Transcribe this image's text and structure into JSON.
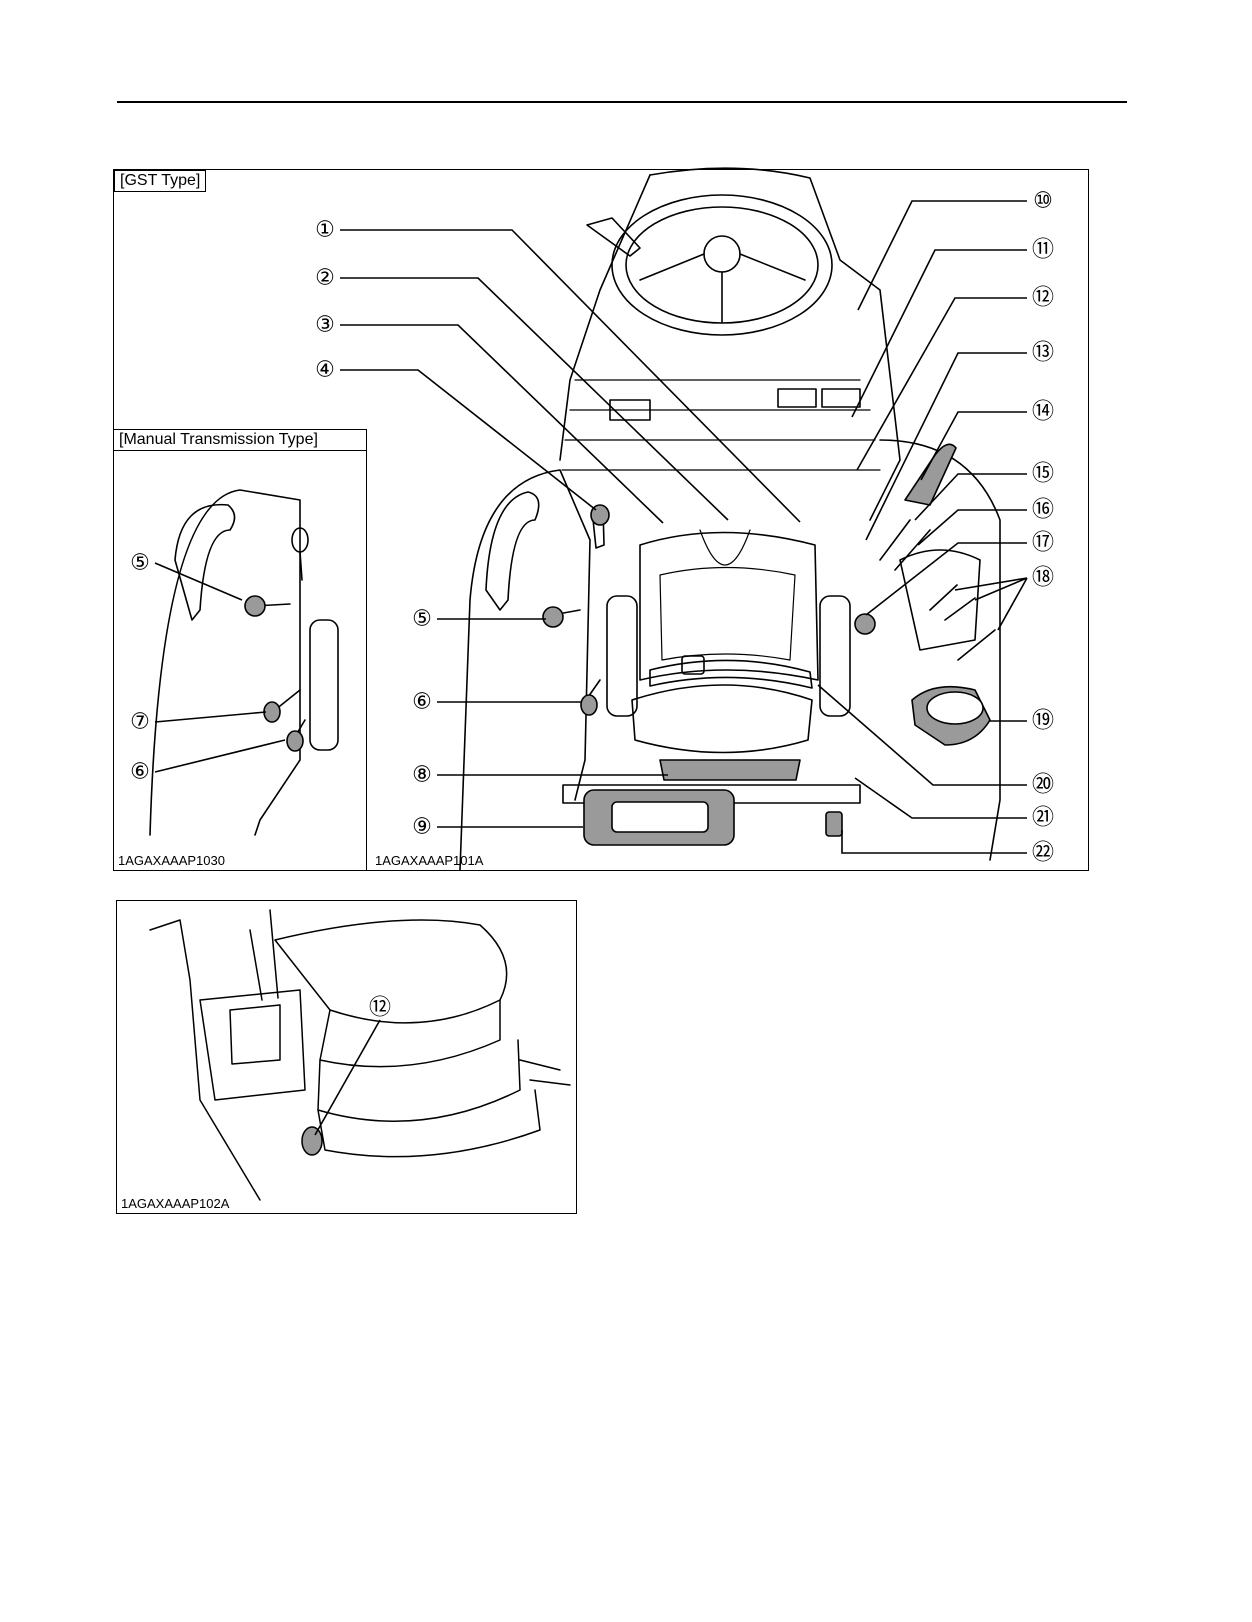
{
  "figure_main": {
    "gst_label": "[GST Type]",
    "manual_label": "[Manual Transmission Type]",
    "code_manual": "1AGAXAAAP1030",
    "code_gst": "1AGAXAAAP101A"
  },
  "figure_detail": {
    "code": "1AGAXAAAP102A"
  },
  "callouts": {
    "c1": "①",
    "c2": "②",
    "c3": "③",
    "c4": "④",
    "c5": "⑤",
    "c6": "⑥",
    "c7": "⑦",
    "c8": "⑧",
    "c9": "⑨",
    "c10": "⑩",
    "c11": "⑪",
    "c12": "⑫",
    "c13": "⑬",
    "c14": "⑭",
    "c15": "⑮",
    "c16": "⑯",
    "c17": "⑰",
    "c18": "⑱",
    "c19": "⑲",
    "c20": "⑳",
    "c21": "㉑",
    "c22": "㉒"
  },
  "colors": {
    "line": "#000000",
    "shade": "#9a9a9a",
    "paper": "#ffffff"
  }
}
